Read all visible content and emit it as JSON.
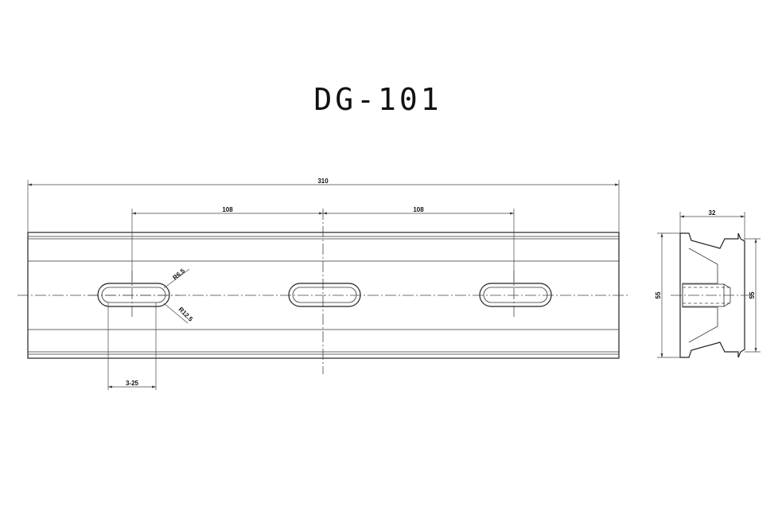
{
  "title": "DG-101",
  "dimensions": {
    "overall_length": "310",
    "pitch_left": "108",
    "pitch_right": "108",
    "slot_spec": "3-25",
    "radius_top": "R6.5",
    "radius_bottom": "R12.5",
    "profile_width": "32",
    "profile_height_left": "55",
    "profile_height_right": "55"
  }
}
